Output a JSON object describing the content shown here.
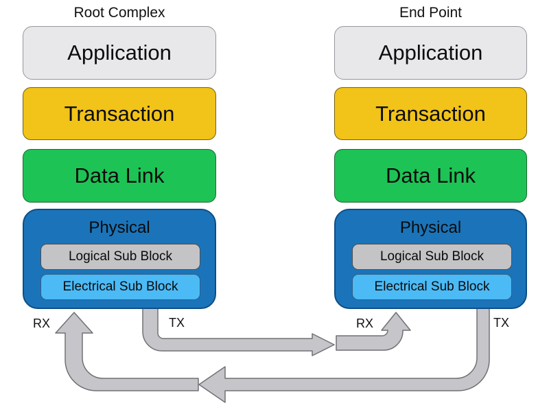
{
  "columns": [
    {
      "title": "Root Complex",
      "layers": {
        "application": "Application",
        "transaction": "Transaction",
        "data_link": "Data Link",
        "physical": "Physical"
      },
      "sub_blocks": {
        "logical": "Logical Sub Block",
        "electrical": "Electrical Sub Block"
      },
      "ports": {
        "rx": "RX",
        "tx": "TX"
      }
    },
    {
      "title": "End Point",
      "layers": {
        "application": "Application",
        "transaction": "Transaction",
        "data_link": "Data Link",
        "physical": "Physical"
      },
      "sub_blocks": {
        "logical": "Logical Sub Block",
        "electrical": "Electrical Sub Block"
      },
      "ports": {
        "rx": "RX",
        "tx": "TX"
      }
    }
  ],
  "colors": {
    "application_fill": "#E8E7EA",
    "application_border": "#96969B",
    "transaction_fill": "#F2C318",
    "data_link_fill": "#1EC355",
    "physical_fill": "#1B74B9",
    "physical_border": "#0C4E86",
    "logical_sub_block_fill": "#C4C3C6",
    "electrical_sub_block_fill": "#4CBAF5",
    "arrow_fill": "#C6C5C9",
    "arrow_border": "#717175"
  }
}
